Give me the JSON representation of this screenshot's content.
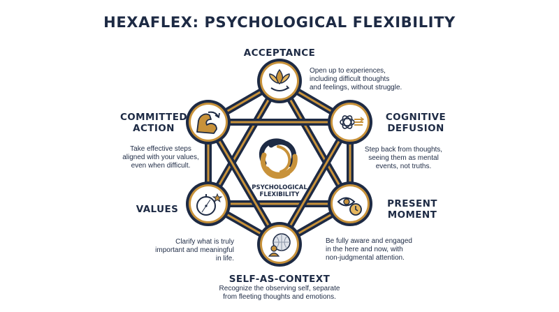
{
  "title": "HEXAFLEX: PSYCHOLOGICAL FLEXIBILITY",
  "center": {
    "label": "PSYCHOLOGICAL\nFLEXIBILITY"
  },
  "nodes": [
    {
      "label": "ACCEPTANCE",
      "description": "Open up to experiences,\nincluding difficult thoughts\nand feelings, without struggle.",
      "icon": "lotus-icon"
    },
    {
      "label": "COGNITIVE\nDEFUSION",
      "description": "Step back from thoughts,\nseeing them as mental\nevents, not truths.",
      "icon": "tangled-thought-icon"
    },
    {
      "label": "PRESENT\nMOMENT",
      "description": "Be fully aware and engaged\nin the here and now, with\nnon-judgmental attention.",
      "icon": "eye-clock-icon"
    },
    {
      "label": "SELF-AS-CONTEXT",
      "description": "Recognize the observing self, separate\nfrom fleeting thoughts and emotions.",
      "icon": "observer-icon"
    },
    {
      "label": "VALUES",
      "description": "Clarify what is truly\nimportant and meaningful\nin life.",
      "icon": "compass-icon"
    },
    {
      "label": "COMMITTED\nACTION",
      "description": "Take effective steps\naligned with your values,\neven when difficult.",
      "icon": "flexed-arm-icon"
    }
  ],
  "colors": {
    "navy": "#1d2a44",
    "gold": "#c8923a",
    "paleGold": "#f4e6c8",
    "white": "#ffffff",
    "text": "#1d2a44"
  }
}
